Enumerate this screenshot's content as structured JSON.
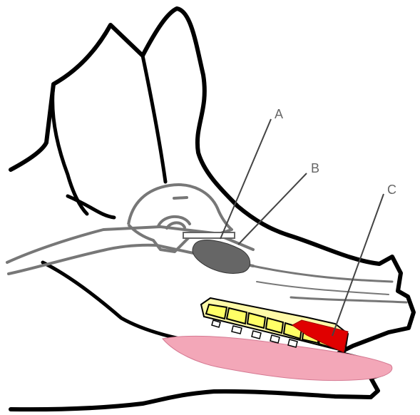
{
  "diagram": {
    "labels": {
      "a": "A",
      "b": "B",
      "c": "C"
    },
    "colors": {
      "outline": "#000000",
      "label_line": "#444444",
      "inner_structure": "#777777",
      "structure_b": "#666666",
      "teeth_fill": "#ffff66",
      "structure_c": "#e00000",
      "tongue": "#f3a7b8"
    }
  }
}
